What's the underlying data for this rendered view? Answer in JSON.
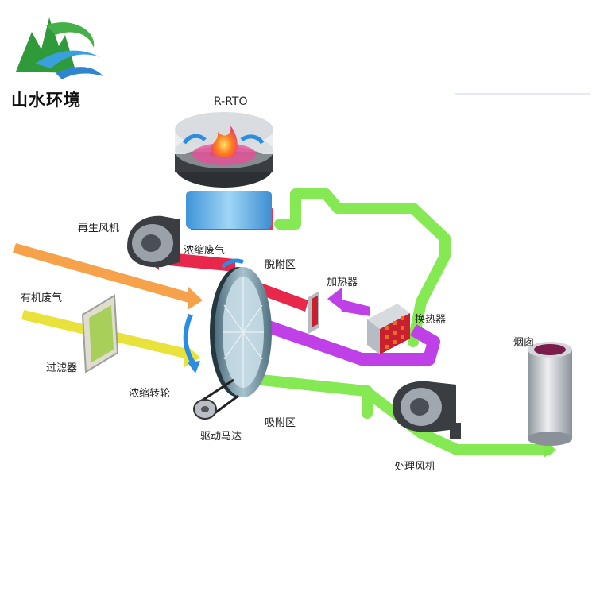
{
  "brand": {
    "name": "山水环境"
  },
  "title": "R-RTO",
  "labels": {
    "regen_fan": "再生风机",
    "concentrated_gas": "浓缩废气",
    "desorption_zone": "脱附区",
    "heater": "加热器",
    "organic_gas": "有机废气",
    "heat_exchanger": "换热器",
    "chimney": "烟囱",
    "filter": "过滤器",
    "rotor": "浓缩转轮",
    "adsorption_zone": "吸附区",
    "drive_motor": "驱动马达",
    "process_fan": "处理风机"
  },
  "colors": {
    "orange_flow": "#f5a24a",
    "yellow_flow": "#e8e23a",
    "green_flow": "#7ee84a",
    "red_flow": "#e8284a",
    "purple_flow": "#c040e8",
    "blue_arrow": "#2a8ee0"
  }
}
